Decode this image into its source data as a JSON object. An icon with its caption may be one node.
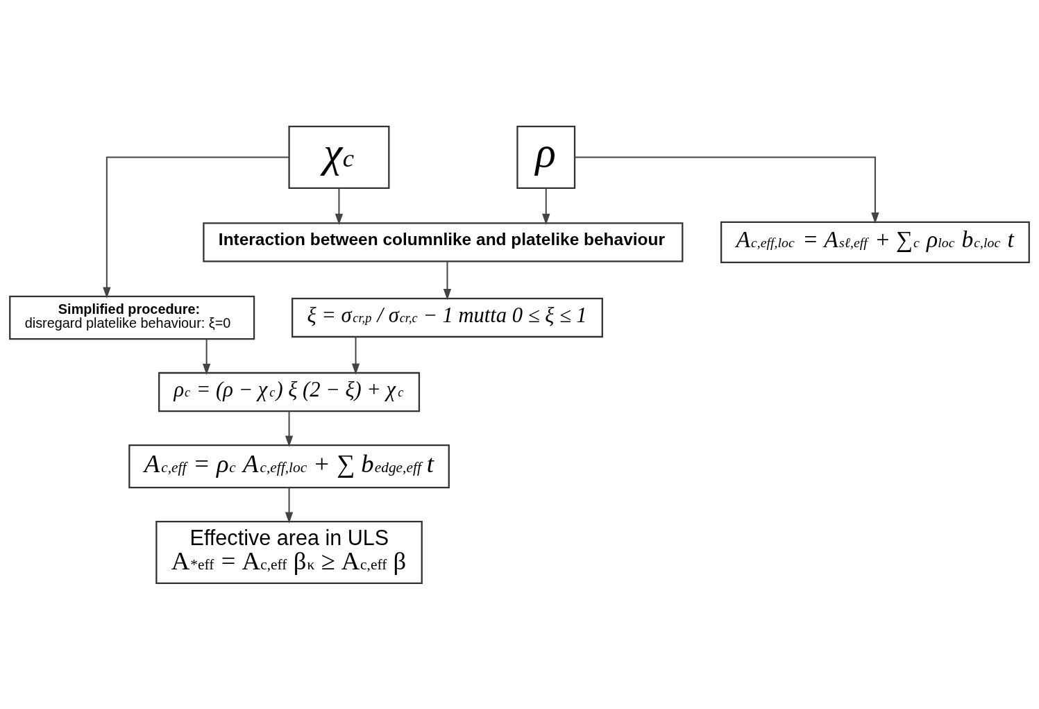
{
  "diagram": {
    "nodes": [
      {
        "text": [
          "χ$_{c}$"
        ]
      },
      {
        "text": [
          "ρ"
        ]
      },
      {
        "text": [
          "Interaction between columnlike and platelike behaviour"
        ]
      },
      {
        "text": [
          "Simplified procedure:",
          "disregard platelike behaviour: ξ=0"
        ]
      },
      {
        "text": [
          "ξ = σ$_{cr,p}$ / σ$_{cr,c}$ − 1 mutta 0 ≤ ξ ≤ 1"
        ]
      },
      {
        "text": [
          "ρ$_{c}$ = (ρ − χ$_{c}$) ξ (2 − ξ) + χ$_{c}$"
        ]
      },
      {
        "text": [
          "A$_{c,eff}$ = ρ$_{c}$ A$_{c,eff,loc}$ + ∑ b$_{edge,eff}$ t"
        ]
      },
      {
        "text": [
          "Effective area in ULS",
          "A$^{*}$$_{eff}$ = A$_{c,eff}$ β$^{κ}$ ≥ A$_{c,eff}$ β"
        ]
      },
      {
        "text": [
          "A$_{c,eff,loc}$ = A$_{sℓ,eff}$ + ∑$_{c}$ ρ$_{loc}$ b$_{c,loc}$ t"
        ]
      }
    ],
    "edges": [
      {
        "from": 0,
        "to": 2,
        "arrow": "to"
      },
      {
        "from": 1,
        "to": 2,
        "arrow": "to"
      },
      {
        "from": 0,
        "to": 3,
        "arrow": "to"
      },
      {
        "from": 1,
        "to": 8,
        "arrow": "to"
      },
      {
        "from": 2,
        "to": 4,
        "arrow": "to"
      },
      {
        "from": 4,
        "to": 5,
        "arrow": "to"
      },
      {
        "from": 3,
        "to": 5,
        "arrow": "to"
      },
      {
        "from": 5,
        "to": 6,
        "arrow": "to"
      },
      {
        "from": 6,
        "to": 7,
        "arrow": "to"
      }
    ]
  }
}
